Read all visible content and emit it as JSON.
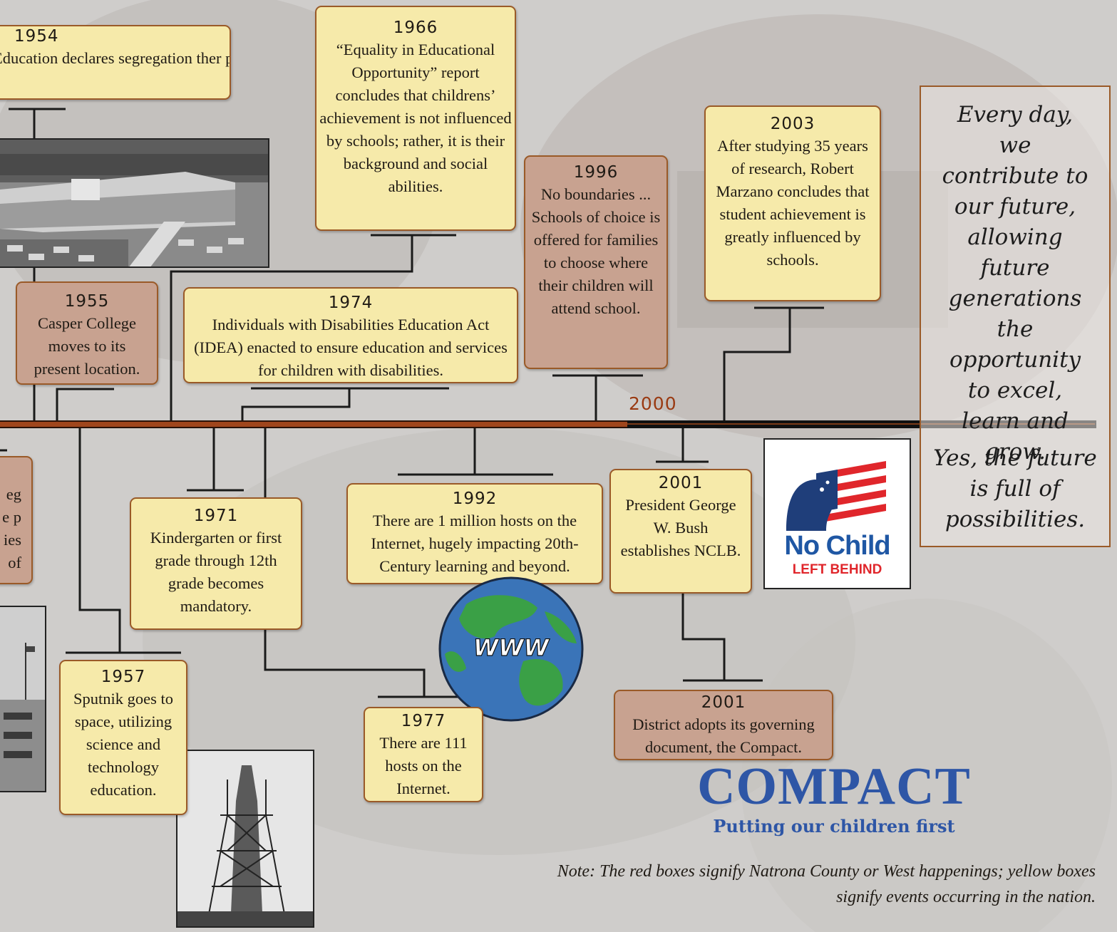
{
  "timeline": {
    "marker_2000": "2000",
    "events": [
      {
        "id": "e1954",
        "year": "1954",
        "text": "Education declares segregation ther public facilities illegal.",
        "color": "yellow"
      },
      {
        "id": "e1955",
        "year": "1955",
        "text": "Casper College moves to its present location.",
        "color": "red"
      },
      {
        "id": "e1957",
        "year": "1957",
        "text": "Sputnik goes to space, utilizing science and technology education.",
        "color": "yellow"
      },
      {
        "id": "e1966",
        "year": "1966",
        "text": "“Equality in Educational Opportunity” report concludes that childrens’ achievement is not influenced by schools; rather, it is their background and social abilities.",
        "color": "yellow"
      },
      {
        "id": "e1971",
        "year": "1971",
        "text": "Kindergarten or first grade through 12th grade becomes mandatory.",
        "color": "yellow"
      },
      {
        "id": "e1974",
        "year": "1974",
        "text": "Individuals with Disabilities Education Act (IDEA) enacted to ensure education and services for children with disabilities.",
        "color": "yellow"
      },
      {
        "id": "e1977",
        "year": "1977",
        "text": "There are 111 hosts on the Internet.",
        "color": "yellow"
      },
      {
        "id": "e1992",
        "year": "1992",
        "text": "There are 1 million hosts on the Internet, hugely impacting 20th-Century learning and beyond.",
        "color": "yellow"
      },
      {
        "id": "e1996",
        "year": "1996",
        "text": "No boundaries ... Schools of choice is offered for families to choose where their children will attend school.",
        "color": "red"
      },
      {
        "id": "e2001a",
        "year": "2001",
        "text": "President George W. Bush establishes NCLB.",
        "color": "yellow"
      },
      {
        "id": "e2001b",
        "year": "2001",
        "text": "District adopts its governing document, the Compact.",
        "color": "red"
      },
      {
        "id": "e2003",
        "year": "2003",
        "text": "After studying 35 years of research, Robert Marzano concludes that student achievement is greatly influenced by schools.",
        "color": "yellow"
      },
      {
        "id": "ecut",
        "year": "",
        "text": "ege pies of",
        "color": "red"
      }
    ]
  },
  "quote": {
    "line1": "Every day, we contribute to our future, allowing future generations the opportunity to excel, learn and grow.",
    "line2": "Yes, the future is full of possibilities."
  },
  "www_label": "WWW",
  "nclb_logo": {
    "line1": "No Child",
    "line2": "LEFT BEHIND"
  },
  "compact": {
    "title": "COMPACT",
    "tagline": "Putting our children first"
  },
  "note": "Note: The red boxes signify Natrona County or West happenings; yellow boxes signify events occurring in the nation.",
  "colors": {
    "timeline_line": "#a0461c",
    "yellow_box": "#f6eaaa",
    "red_box": "#c8a290",
    "brand_blue": "#2e56a6"
  }
}
